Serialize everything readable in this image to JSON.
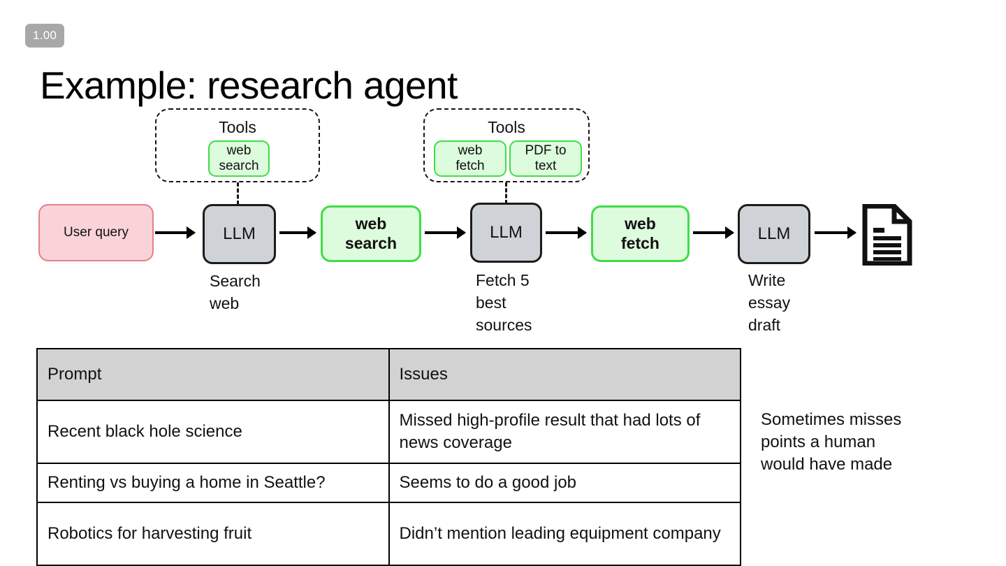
{
  "slide": {
    "badge": "1.00",
    "title": "Example: research agent"
  },
  "diagram": {
    "tool_groups": [
      {
        "title": "Tools",
        "tools": [
          "web\nsearch"
        ]
      },
      {
        "title": "Tools",
        "tools": [
          "web\nfetch",
          "PDF to\ntext"
        ]
      }
    ],
    "nodes": [
      {
        "label": "User query",
        "kind": "query"
      },
      {
        "label": "LLM",
        "kind": "llm",
        "caption": "Search\nweb"
      },
      {
        "label": "web\nsearch",
        "kind": "green"
      },
      {
        "label": "LLM",
        "kind": "llm",
        "caption": "Fetch 5\nbest\nsources"
      },
      {
        "label": "web\nfetch",
        "kind": "green"
      },
      {
        "label": "LLM",
        "kind": "llm",
        "caption": "Write\nessay\ndraft"
      },
      {
        "label": "document",
        "kind": "icon"
      }
    ],
    "colors": {
      "query_fill": "#f9d3d8",
      "query_border": "#e2808c",
      "llm_fill": "#cfd3d8",
      "llm_border": "#1b1b1b",
      "tool_fill": "#ddfbdd",
      "tool_border": "#3fdd47",
      "arrow": "#000000"
    }
  },
  "table": {
    "headers": [
      "Prompt",
      "Issues"
    ],
    "rows": [
      {
        "prompt": "Recent black hole science",
        "issue": "Missed high-profile result that had lots of news coverage"
      },
      {
        "prompt": "Renting vs buying a home in Seattle?",
        "issue": "Seems to do a good job"
      },
      {
        "prompt": "Robotics for harvesting fruit",
        "issue": "Didn’t mention leading equipment company"
      }
    ],
    "header_fill": "#d2d2d2"
  },
  "side_note": "Sometimes misses\npoints a human\nwould have made"
}
